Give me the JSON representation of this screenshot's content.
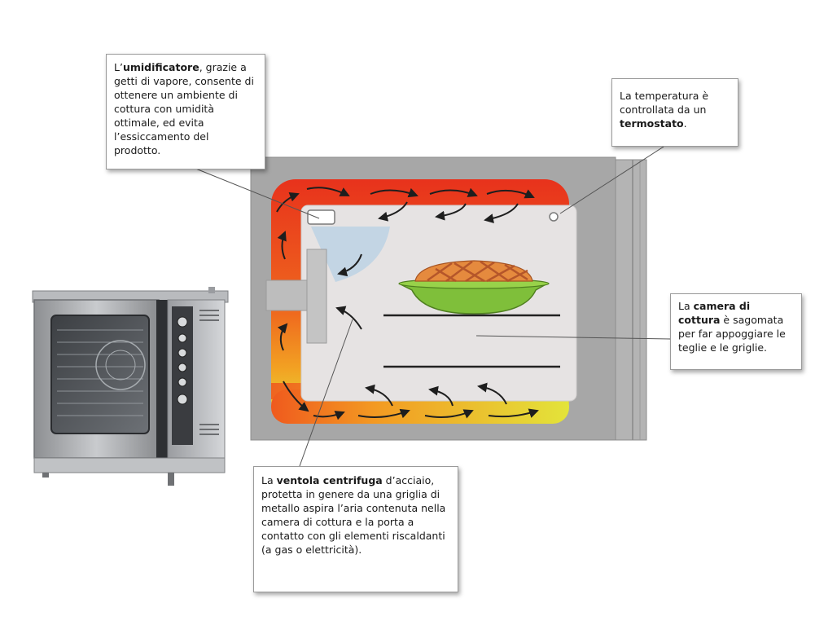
{
  "callouts": {
    "humidifier": {
      "pre": "L’",
      "bold": "umidificatore",
      "post": ", grazie a getti di vapore, consente di ottenere un ambiente di cottura con umidità ottimale, ed evita l’essiccamento del prodotto."
    },
    "thermostat": {
      "pre": "La temperatura è controllata da un ",
      "bold": "termostato",
      "post": "."
    },
    "chamber": {
      "pre": "La ",
      "bold": "camera di cottura",
      "post": " è sagomata per far appoggiare le teglie e le griglie."
    },
    "fan": {
      "pre": "La ",
      "bold": "ventola centrifuga",
      "post": " d’acciaio, protetta in genere da una griglia di metallo aspira l’aria contenuta nella camera di cottura e la porta a contatto con gli elementi riscaldanti (a gas o elettricità)."
    }
  },
  "colors": {
    "heat_red": "#e23a1e",
    "heat_orange": "#f08a1c",
    "heat_yellow": "#dfe23a",
    "chamber": "#e6e3e3",
    "oven_shell": "#a5a5a5",
    "pie_dish": "#7fbf3a"
  },
  "icons": [
    "airflow-arrow-icon",
    "pie-icon",
    "oven-photo",
    "thermostat-sensor-icon",
    "humidifier-box-icon"
  ]
}
